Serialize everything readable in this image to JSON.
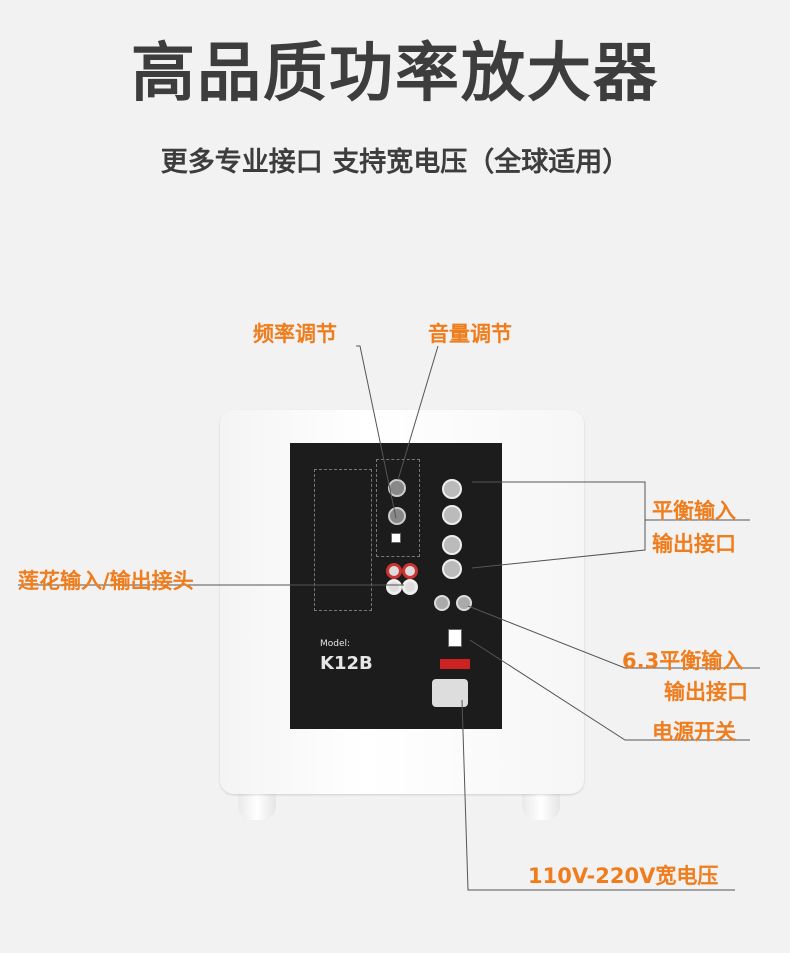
{
  "header": {
    "title": "高品质功率放大器",
    "subtitle": "更多专业接口 支持宽电压（全球适用）"
  },
  "callouts": {
    "frequency": "频率调节",
    "volume": "音量调节",
    "balanced_line1": "平衡输入",
    "balanced_line2": "输出接口",
    "rca": "莲花输入/输出接头",
    "jack63_line1": "6.3平衡输入",
    "jack63_line2": "输出接口",
    "power_switch": "电源开关",
    "voltage": "110V-220V宽电压"
  },
  "panel": {
    "model_label": "Model:",
    "model_name": "K12B"
  },
  "colors": {
    "accent": "#ef7d1d",
    "title": "#3d3d3d",
    "panel": "#1c1c1c"
  }
}
